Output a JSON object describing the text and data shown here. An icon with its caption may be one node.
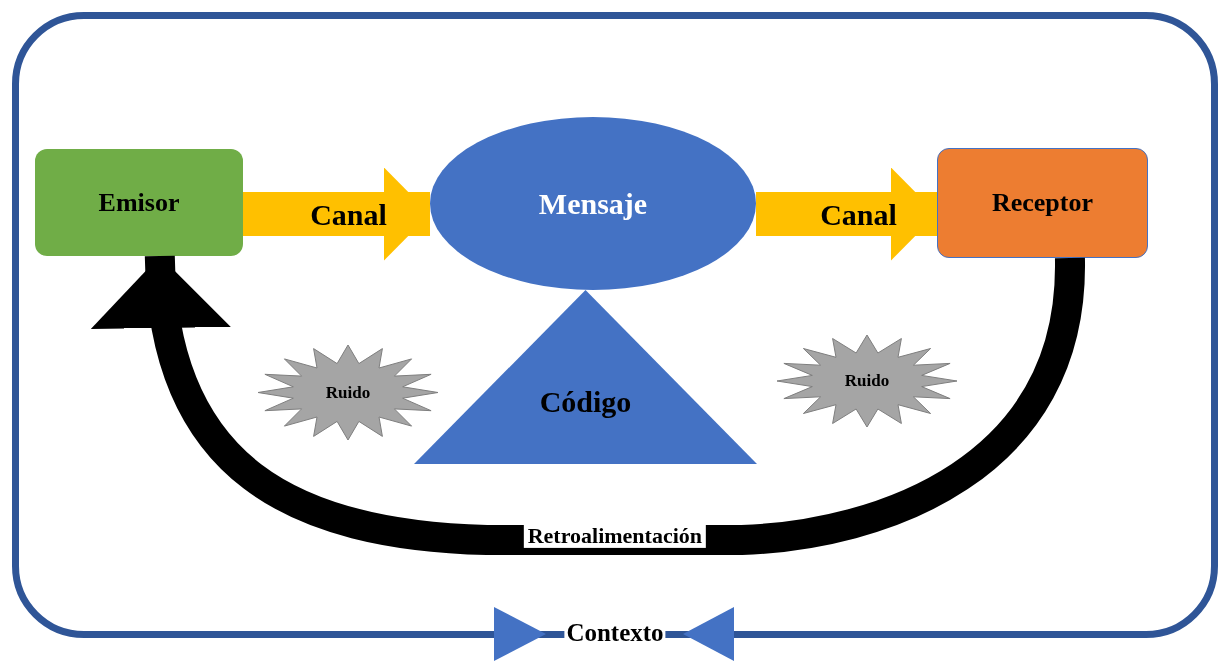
{
  "diagram": {
    "nodes": [
      {
        "text": [
          "Contexto"
        ]
      },
      {
        "text": [
          "Emisor"
        ],
        "in": 0
      },
      {
        "text": [
          "Mensaje"
        ],
        "in": 0
      },
      {
        "text": [
          "Receptor"
        ],
        "in": 0
      },
      {
        "text": [
          "Código"
        ],
        "in": 0
      },
      {
        "text": [
          "Ruido"
        ],
        "in": 0
      },
      {
        "text": [
          "Ruido"
        ],
        "in": 0
      }
    ],
    "edges": [
      {
        "from": 1,
        "to": 2,
        "arrow": "to",
        "label": "Canal",
        "color": "#ffc000"
      },
      {
        "from": 2,
        "to": 3,
        "arrow": "to",
        "label": "Canal",
        "color": "#ffc000"
      },
      {
        "from": 3,
        "to": 1,
        "arrow": "to",
        "label": "Retroalimentación",
        "color": "#000000"
      }
    ]
  }
}
